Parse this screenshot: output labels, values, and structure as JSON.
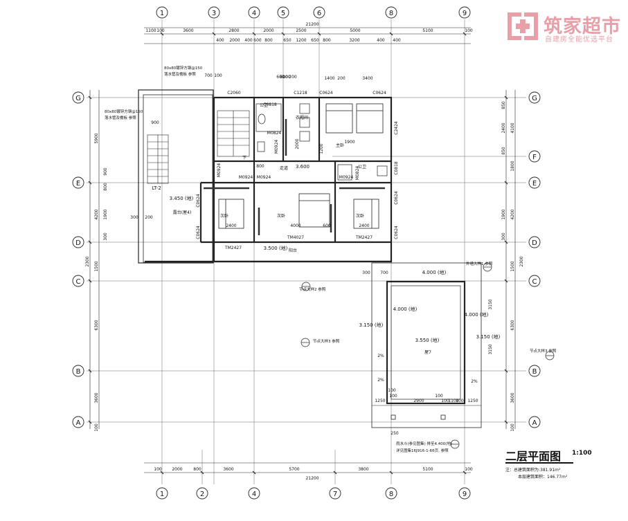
{
  "watermark": {
    "brand": "筑家超市",
    "slogan": "自建房全能优选平台",
    "reg": "®"
  },
  "title": {
    "main": "二层平面图",
    "scale": "1:100",
    "note1": "注：总建筑面积为:381.91m²",
    "note2": "本层建筑面积：146.77m²"
  },
  "axes_top": [
    "1",
    "3",
    "4",
    "5",
    "6",
    "8",
    "9"
  ],
  "axes_bottom": [
    "1",
    "2",
    "4",
    "7",
    "8",
    "9"
  ],
  "axes_side": [
    "G",
    "F",
    "E",
    "D",
    "C",
    "B",
    "A"
  ],
  "dims_top_total": "21200",
  "dims_top_row1": [
    "1100",
    "100",
    "3600",
    "2800",
    "2000",
    "2500",
    "5000",
    "5100",
    "100"
  ],
  "dims_top_row2": [
    "400",
    "2000",
    "400",
    "600",
    "800",
    "650",
    "1200",
    "650",
    "800",
    "3200",
    "400",
    "400"
  ],
  "dims_top_row3": [
    "700",
    "100",
    "600",
    "100",
    "200",
    "1400",
    "200",
    "3400"
  ],
  "dims_bottom_row": [
    "100",
    "2000",
    "800",
    "3600",
    "5700",
    "3800",
    "5100",
    "100"
  ],
  "dims_bottom_total": "21200",
  "dims_left": [
    "5900",
    "800",
    "900",
    "4200",
    "1900",
    "300",
    "2300",
    "1500",
    "6300",
    "3600",
    "100"
  ],
  "dims_right": [
    "850",
    "2400",
    "4100",
    "850",
    "1800",
    "4200",
    "1900",
    "300",
    "2300",
    "1500",
    "6300",
    "3150",
    "3150",
    "3600",
    "100"
  ],
  "rooms": [
    "次卧",
    "次卧",
    "次卧",
    "主卧",
    "衣帽间",
    "公卫",
    "公卫",
    "走道",
    "阳台",
    "露台(屋4)",
    "屋7",
    "LT-2",
    "下"
  ],
  "windows_doors": [
    "C2060",
    "C1218",
    "C0624",
    "C0624",
    "C0818",
    "M0824",
    "M0924",
    "C2424",
    "C0818",
    "M0924",
    "M0924",
    "M0924",
    "M0924",
    "M0824",
    "C0624",
    "C0624",
    "C0624",
    "C0624",
    "TM2427",
    "TM4027",
    "TM2427"
  ],
  "levels": [
    "3.450 (地)",
    "3.600",
    "3.500 (地)",
    "4.000 (地)",
    "4.000 (地)",
    "4.000 (地)",
    "3.150 (地)",
    "3.550 (地)",
    "3.150 (地)",
    "2%",
    "2%",
    "2%"
  ],
  "annotations": [
    "80x80镀锌方钢@150",
    "落水管及檐板 参照",
    "80x80镀锌方钢@150",
    "落水管及檐板 参照",
    "节点大样2 参照",
    "节点大样3 参照",
    "节点大样3 参照",
    "外墙大样1 参照",
    "雨水斗(参见图集) 排至4.400(地)",
    "详见图集16J916-1-66页, 参照"
  ],
  "inner_dims": [
    "900",
    "300",
    "200",
    "2400",
    "4000",
    "2400",
    "1900",
    "1200",
    "2000",
    "800",
    "600",
    "600",
    "1250",
    "2900",
    "1250",
    "100",
    "1100",
    "300",
    "700",
    "250",
    "100",
    "100",
    "100",
    "100"
  ]
}
